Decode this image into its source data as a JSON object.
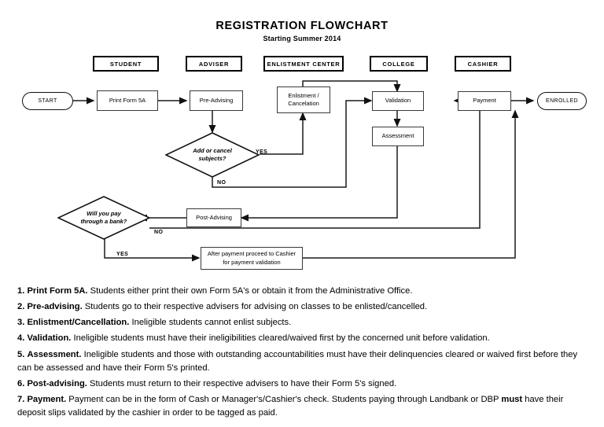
{
  "title": "REGISTRATION FLOWCHART",
  "subtitle": "Starting Summer 2014",
  "columns": [
    {
      "label": "STUDENT"
    },
    {
      "label": "ADVISER"
    },
    {
      "label": "ENLISTMENT CENTER"
    },
    {
      "label": "COLLEGE"
    },
    {
      "label": "CASHIER"
    }
  ],
  "nodes": {
    "start": "START",
    "print_form": "Print Form 5A",
    "pre_advising": "Pre-Advising",
    "enlistment": "Enlistment /\nCancelation",
    "validation": "Validation",
    "assessment": "Assessment",
    "payment": "Payment",
    "enrolled": "ENROLLED",
    "post_advising": "Post-Advising",
    "after_payment": "After payment proceed to Cashier\nfor payment validation"
  },
  "decisions": {
    "add_cancel": "Add or cancel\nsubjects?",
    "pay_bank": "Will you pay\nthrough a bank?"
  },
  "edge_labels": {
    "add_cancel_yes": "YES",
    "add_cancel_no": "NO",
    "pay_bank_no": "NO",
    "pay_bank_yes": "YES"
  },
  "notes": [
    {
      "num": "1.",
      "lead": "Print Form 5A.",
      "text": " Students either print their own Form 5A's or obtain it from the Administrative Office."
    },
    {
      "num": "2.",
      "lead": "Pre-advising.",
      "text": " Students go to their respective advisers for advising on classes to be enlisted/cancelled."
    },
    {
      "num": "3.",
      "lead": "Enlistment/Cancellation.",
      "text": " Ineligible students cannot enlist subjects."
    },
    {
      "num": "4.",
      "lead": "Validation.",
      "text": " Ineligible students must have their ineligibilities cleared/waived first by the concerned unit before validation."
    },
    {
      "num": "5.",
      "lead": "Assessment.",
      "text": " Ineligible students and those with outstanding accountabilities must have their delinquencies cleared or waived first before they can be assessed and have their Form 5's printed."
    },
    {
      "num": "6.",
      "lead": "Post-advising.",
      "text": " Students must return to their respective advisers to have their Form 5's signed."
    },
    {
      "num": "7.",
      "lead": "Payment.",
      "text": " Payment can be in the form of Cash or Manager's/Cashier's check. Students paying through Landbank or DBP ",
      "bold_tail": "must",
      "text2": " have their deposit slips validated by the cashier in order to be tagged as paid."
    }
  ],
  "colors": {
    "ink": "#000000",
    "box_border": "#3a3a3a",
    "wire": "#1a1a1a",
    "background": "#ffffff"
  }
}
